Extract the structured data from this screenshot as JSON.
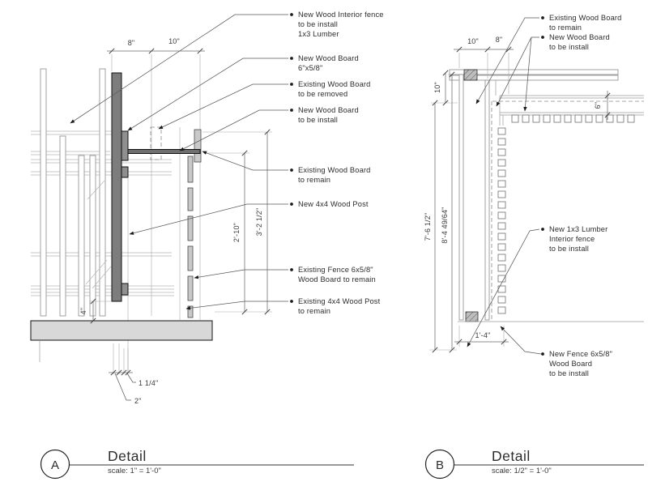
{
  "drawing_type": "fence construction details",
  "detail_a": {
    "annotations": [
      {
        "lines": [
          "New Wood Interior fence",
          "to be install",
          "1x3 Lumber"
        ]
      },
      {
        "lines": [
          "New Wood Board",
          "6\"x5/8\""
        ]
      },
      {
        "lines": [
          "Existing Wood Board",
          "to be removed"
        ]
      },
      {
        "lines": [
          "New Wood Board",
          "to be install"
        ]
      },
      {
        "lines": [
          "Existing Wood Board",
          "to remain"
        ]
      },
      {
        "lines": [
          "New 4x4 Wood Post"
        ]
      },
      {
        "lines": [
          "Existing Fence 6x5/8\"",
          "Wood Board to remain"
        ]
      },
      {
        "lines": [
          "Existing 4x4 Wood Post",
          "to remain"
        ]
      }
    ],
    "dimensions": {
      "top_left": "8\"",
      "top_right": "10\"",
      "right_inner": "2'-10\"",
      "right_outer": "3'-2 1/2\"",
      "embed": "4\"",
      "bottom_1": "1 1/4\"",
      "bottom_2": "2\""
    },
    "footer": {
      "letter": "A",
      "title": "Detail",
      "scale": "scale: 1\" = 1'-0\""
    }
  },
  "detail_b": {
    "annotations": [
      {
        "lines": [
          "Existing Wood Board",
          "to remain"
        ]
      },
      {
        "lines": [
          "New Wood Board",
          "to be install"
        ]
      },
      {
        "lines": [
          "New 1x3 Lumber",
          "Interior fence",
          "to be install"
        ]
      },
      {
        "lines": [
          "New Fence 6x5/8\"",
          "Wood Board",
          "to be install"
        ]
      }
    ],
    "dimensions": {
      "top_1": "10\"",
      "top_2": "8\"",
      "left_small": "10\"",
      "left_inner": "7'-6 1/2\"",
      "left_outer": "8'-4 49/64\"",
      "right_depth": "6\"",
      "bottom": "1'-4\""
    },
    "footer": {
      "letter": "B",
      "title": "Detail",
      "scale": "scale: 1/2\" = 1'-0\""
    }
  },
  "colors": {
    "new_post_fill": "#7d7d7d",
    "new_board_fill": "#8f8f8f",
    "existing_board_fill": "#c9c9c9",
    "slab_fill": "#d8d8d8",
    "line": "#111111",
    "background": "#ffffff"
  }
}
